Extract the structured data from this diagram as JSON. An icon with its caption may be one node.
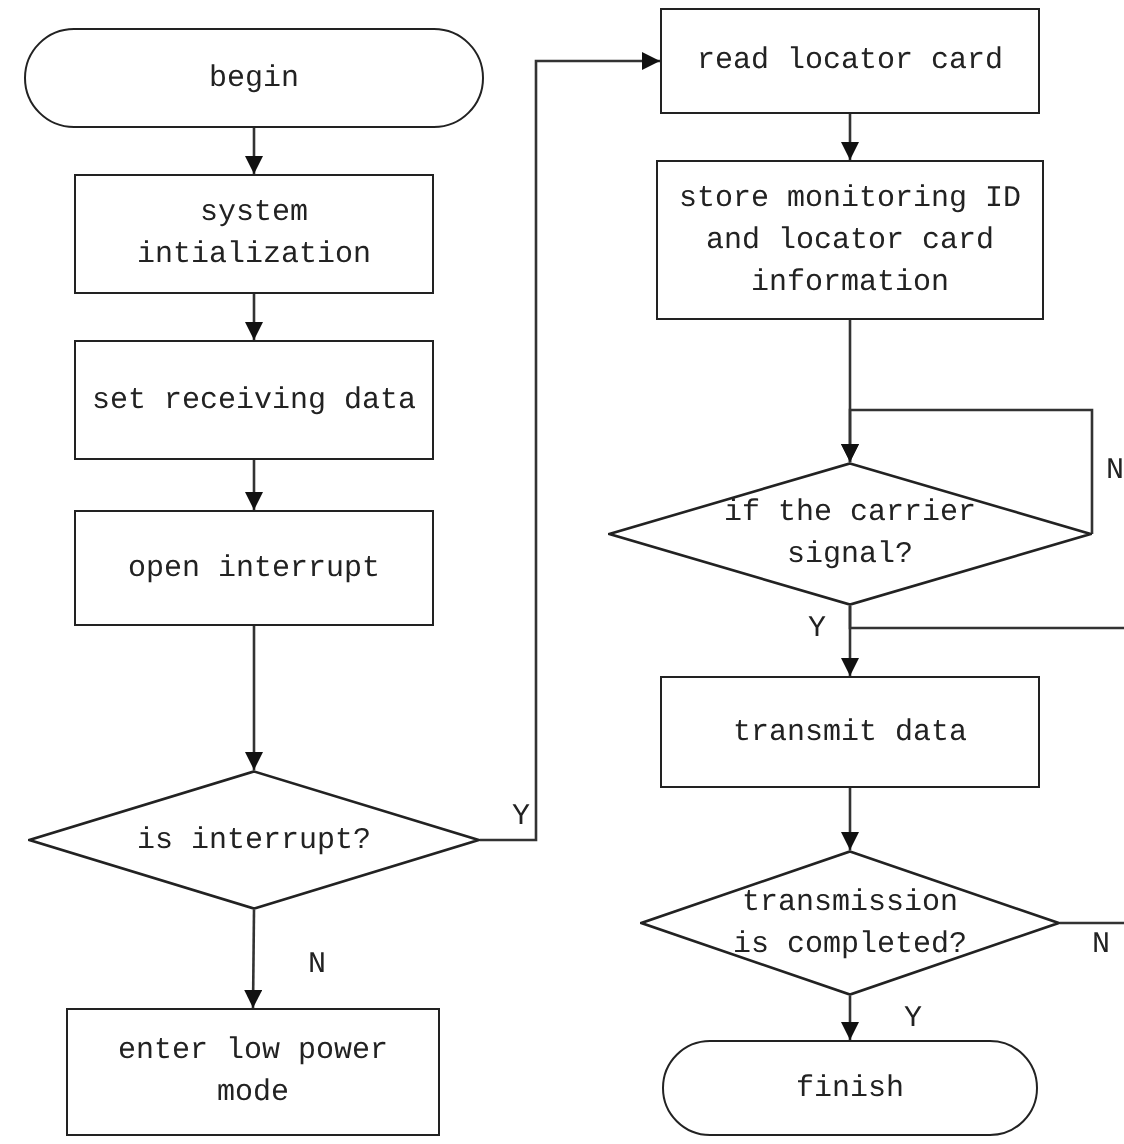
{
  "diagram": {
    "nodes": [
      {
        "text": [
          "begin"
        ]
      },
      {
        "text": [
          "system intialization"
        ]
      },
      {
        "text": [
          "set receiving data"
        ]
      },
      {
        "text": [
          "open interrupt"
        ]
      },
      {
        "text": [
          "is interrupt?"
        ]
      },
      {
        "text": [
          "enter low power mode"
        ]
      },
      {
        "text": [
          "read locator card"
        ]
      },
      {
        "text": [
          "store monitoring ID and locator card information"
        ]
      },
      {
        "text": [
          "if the carrier signal?"
        ]
      },
      {
        "text": [
          "transmit data"
        ]
      },
      {
        "text": [
          "transmission is completed?"
        ]
      },
      {
        "text": [
          "finish"
        ]
      }
    ],
    "edges": [
      {
        "from": 0,
        "to": 1,
        "arrow": "to"
      },
      {
        "from": 1,
        "to": 2,
        "arrow": "to"
      },
      {
        "from": 2,
        "to": 3,
        "arrow": "to"
      },
      {
        "from": 3,
        "to": 4,
        "arrow": "to"
      },
      {
        "from": 4,
        "to": 6,
        "arrow": "to",
        "label": "Y"
      },
      {
        "from": 4,
        "to": 5,
        "arrow": "to",
        "label": "N"
      },
      {
        "from": 6,
        "to": 7,
        "arrow": "to"
      },
      {
        "from": 7,
        "to": 8,
        "arrow": "to"
      },
      {
        "from": 8,
        "to": 8,
        "arrow": "to",
        "label": "N"
      },
      {
        "from": 8,
        "to": 9,
        "arrow": "to",
        "label": "Y"
      },
      {
        "from": 8,
        "to": null,
        "arrow": "none"
      },
      {
        "from": 9,
        "to": 10,
        "arrow": "to"
      },
      {
        "from": 10,
        "to": null,
        "arrow": "none",
        "label": "N"
      },
      {
        "from": 10,
        "to": 11,
        "arrow": "to",
        "label": "Y"
      }
    ]
  }
}
